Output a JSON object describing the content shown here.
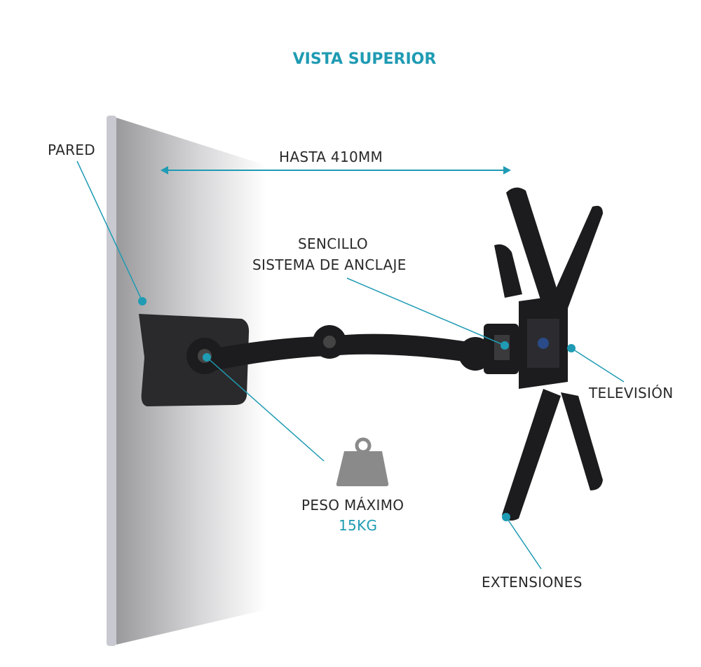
{
  "title": "VISTA SUPERIOR",
  "labels": {
    "wall": "PARED",
    "distance": "HASTA 410MM",
    "anchor_line1": "SENCILLO",
    "anchor_line2": "SISTEMA DE ANCLAJE",
    "tv": "TELEVISIÓN",
    "extensions": "EXTENSIONES",
    "max_weight": "PESO MÁXIMO",
    "max_weight_value": "15KG"
  },
  "colors": {
    "accent": "#1f9bb3",
    "text": "#2a2a2a",
    "icon": "#8a8a8a",
    "mount": "#1c1c1e"
  }
}
